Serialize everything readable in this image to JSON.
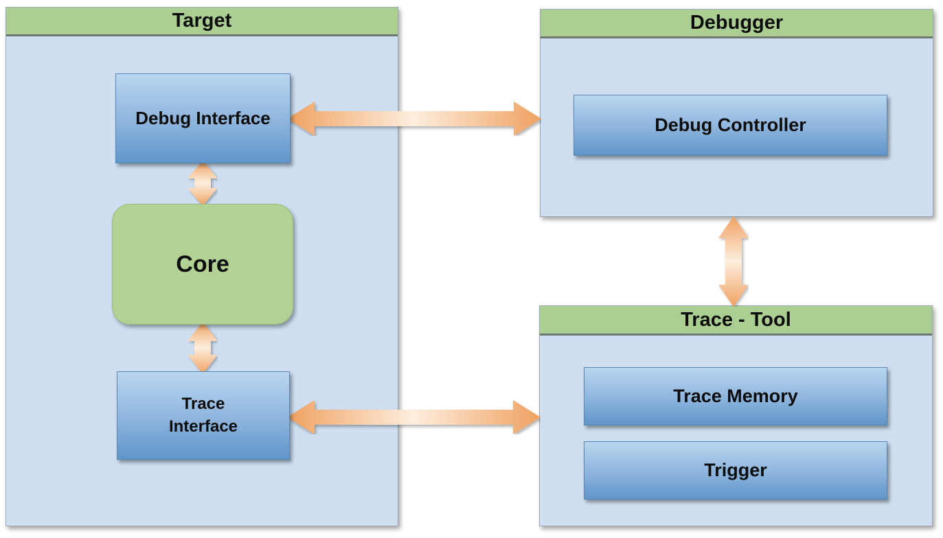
{
  "diagram": {
    "containers": {
      "target": {
        "title": "Target"
      },
      "debugger": {
        "title": "Debugger"
      },
      "trace_tool": {
        "title": "Trace - Tool"
      }
    },
    "nodes": {
      "debug_interface": {
        "label": "Debug Interface",
        "parent": "Target"
      },
      "core": {
        "label": "Core",
        "parent": "Target"
      },
      "trace_interface": {
        "label": "Trace Interface",
        "parent": "Target"
      },
      "debug_controller": {
        "label": "Debug Controller",
        "parent": "Debugger"
      },
      "trace_memory": {
        "label": "Trace Memory",
        "parent": "Trace - Tool"
      },
      "trigger": {
        "label": "Trigger",
        "parent": "Trace - Tool"
      }
    },
    "connections": [
      {
        "from": "Debug Interface",
        "to": "Debug Controller",
        "direction": "bidirectional",
        "orientation": "horizontal"
      },
      {
        "from": "Debug Interface",
        "to": "Core",
        "direction": "bidirectional",
        "orientation": "vertical"
      },
      {
        "from": "Core",
        "to": "Trace Interface",
        "direction": "bidirectional",
        "orientation": "vertical"
      },
      {
        "from": "Trace Interface",
        "to": "Trace - Tool",
        "direction": "bidirectional",
        "orientation": "horizontal"
      },
      {
        "from": "Debugger",
        "to": "Trace - Tool",
        "direction": "bidirectional",
        "orientation": "vertical"
      }
    ],
    "colors": {
      "header_green": "#abce93",
      "container_blue": "#cfdff1",
      "node_blue_top": "#bad6ef",
      "node_blue_bottom": "#6095c9",
      "core_green": "#b2d194",
      "arrow_dark": "#efa161",
      "arrow_light": "#fdeedd",
      "text_black": "#0d0d0d"
    }
  }
}
